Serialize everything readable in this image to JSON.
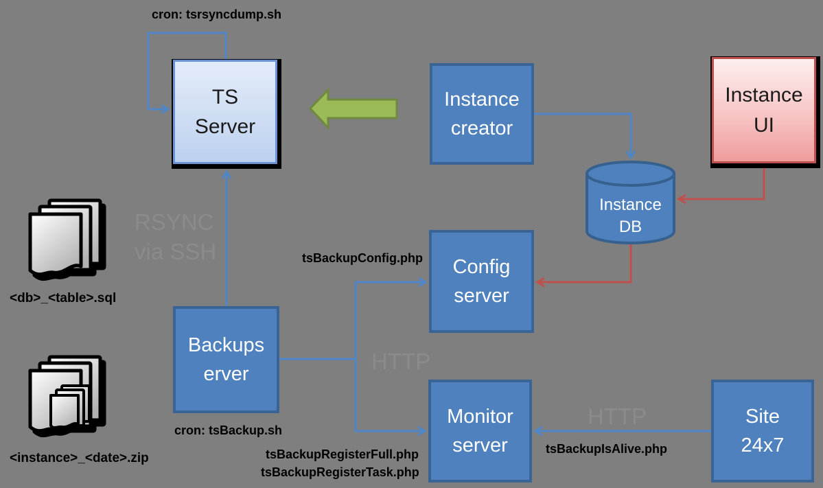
{
  "diagram": {
    "background": "#7f7f7f",
    "colors": {
      "box_blue_fill": "#4e81bd",
      "box_blue_border": "#3a6496",
      "connector_blue": "#4f86c8",
      "connector_red": "#c0504d",
      "green_arrow_fill": "#9bbb59",
      "green_arrow_border": "#71893f",
      "ts_box_border": "#6a92d4",
      "ui_box_border": "#c0504d",
      "watermark_gray": "#8b8b8b",
      "label_black": "#000000"
    },
    "nodes": {
      "ts_server": {
        "lines": [
          "TS",
          "Server"
        ]
      },
      "instance_creator": {
        "lines": [
          "Instance",
          "creator"
        ]
      },
      "instance_ui": {
        "lines": [
          "Instance",
          "UI"
        ]
      },
      "instance_db": {
        "lines": [
          "Instance",
          "DB"
        ]
      },
      "config_server": {
        "lines": [
          "Config",
          "server"
        ]
      },
      "backups_server": {
        "lines": [
          "Backups",
          "erver"
        ]
      },
      "monitor_server": {
        "lines": [
          "Monitor",
          "server"
        ]
      },
      "site_24x7": {
        "lines": [
          "Site",
          "24x7"
        ]
      }
    },
    "labels": {
      "cron_rsyncdump": "cron: tsrsyncdump.sh",
      "backup_config": "tsBackupConfig.php",
      "cron_backup": "cron: tsBackup.sh",
      "register_full": "tsBackupRegisterFull.php",
      "register_task": "tsBackupRegisterTask.php",
      "is_alive": "tsBackupIsAlive.php",
      "sql_files": "<db>_<table>.sql",
      "zip_files": "<instance>_<date>.zip"
    },
    "watermarks": {
      "rsync": {
        "lines": [
          "RSYNC",
          "via SSH"
        ]
      },
      "http_config": "HTTP",
      "http_site": "HTTP"
    },
    "icons": {
      "sql_stack": "documents-stack-icon",
      "zip_stack": "zipped-documents-stack-icon"
    }
  }
}
